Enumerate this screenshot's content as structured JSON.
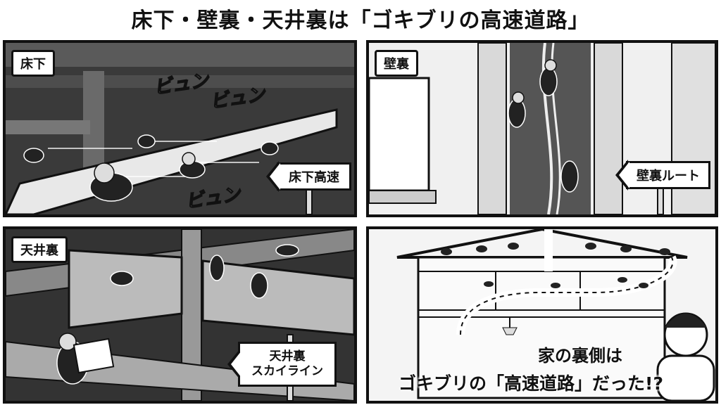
{
  "title": "床下・壁裏・天井裏は「ゴキブリの高速道路」",
  "panels": {
    "underfloor": {
      "label": "床下",
      "sign": "床下高速",
      "sfx": [
        "ビュン",
        "ビュン",
        "ビュン"
      ]
    },
    "wall": {
      "label": "壁裏",
      "sign": "壁裏ルート"
    },
    "ceiling": {
      "label": "天井裏",
      "sign_line1": "天井裏",
      "sign_line2": "スカイライン"
    },
    "house": {
      "caption_line1": "家の裏側は",
      "caption_line2": "ゴキブリの「高速道路」だった!?"
    }
  },
  "colors": {
    "ink": "#111111",
    "paper": "#ffffff",
    "dark_bg": "#2a2a2a"
  }
}
